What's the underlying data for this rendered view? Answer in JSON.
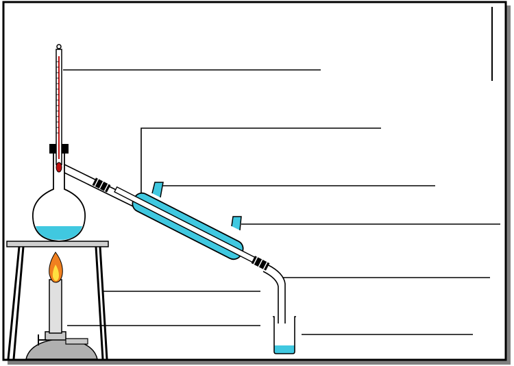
{
  "title": "",
  "colors": {
    "liquid": "#40c8e0",
    "condenser_fill": "#40c8e0",
    "mercury": "#c01010",
    "flame_outer": "#f08020",
    "flame_inner": "#ffe040",
    "burner_body": "#b0b0b0",
    "frame_shadow": "#808080",
    "line": "#000000"
  },
  "parts": [
    {
      "name": "thermometer",
      "label": ""
    },
    {
      "name": "condenser",
      "label": ""
    },
    {
      "name": "water-outlet",
      "label": ""
    },
    {
      "name": "water-inlet",
      "label": ""
    },
    {
      "name": "adapter",
      "label": ""
    },
    {
      "name": "tripod",
      "label": ""
    },
    {
      "name": "bunsen-burner",
      "label": ""
    },
    {
      "name": "beaker",
      "label": ""
    }
  ]
}
